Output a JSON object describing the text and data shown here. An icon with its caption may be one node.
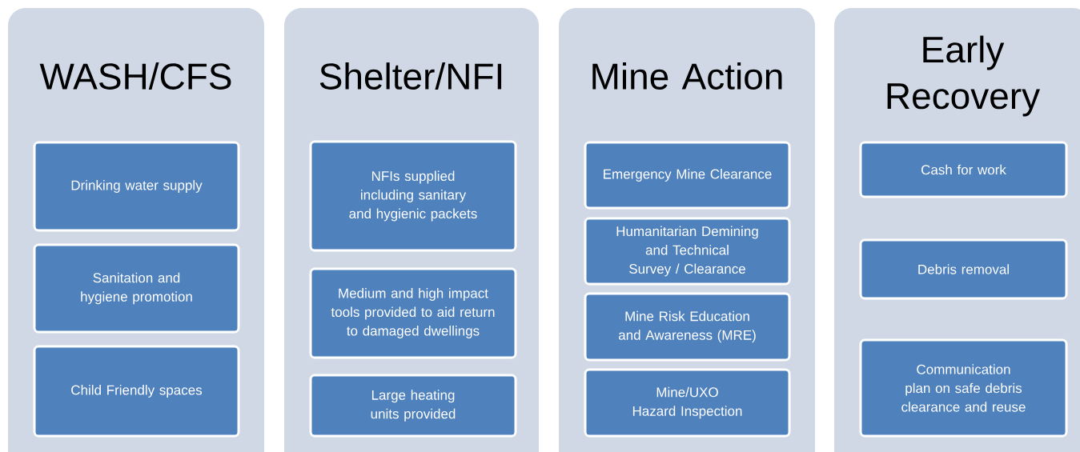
{
  "diagram": {
    "nodes": [
      {
        "text": [
          "WASH/CFS"
        ]
      },
      {
        "text": [
          "Drinking water supply"
        ],
        "in": 0
      },
      {
        "text": [
          "Sanitation and hygiene promotion"
        ],
        "in": 0
      },
      {
        "text": [
          "Child Friendly spaces"
        ],
        "in": 0
      },
      {
        "text": [
          "Shelter/NFI"
        ]
      },
      {
        "text": [
          "NFIs supplied  including sanitary and hygienic packets"
        ],
        "in": 4
      },
      {
        "text": [
          "Medium and high impact tools provided to aid return to damaged dwellings"
        ],
        "in": 4
      },
      {
        "text": [
          "Large heating units provided"
        ],
        "in": 4
      },
      {
        "text": [
          "Mine Action"
        ]
      },
      {
        "text": [
          "Emergency Mine Clearance"
        ],
        "in": 8
      },
      {
        "text": [
          "Humanitarian Demining and Technical Survey / Clearance"
        ],
        "in": 8
      },
      {
        "text": [
          "Mine Risk Education and Awareness (MRE)"
        ],
        "in": 8
      },
      {
        "text": [
          "Mine/UXO Hazard Inspection"
        ],
        "in": 8
      },
      {
        "text": [
          "Early Recovery"
        ]
      },
      {
        "text": [
          "Cash for work"
        ],
        "in": 13
      },
      {
        "text": [
          "Debris removal"
        ],
        "in": 13
      },
      {
        "text": [
          "Communication plan on safe debris clearance and reuse"
        ],
        "in": 13
      }
    ]
  }
}
